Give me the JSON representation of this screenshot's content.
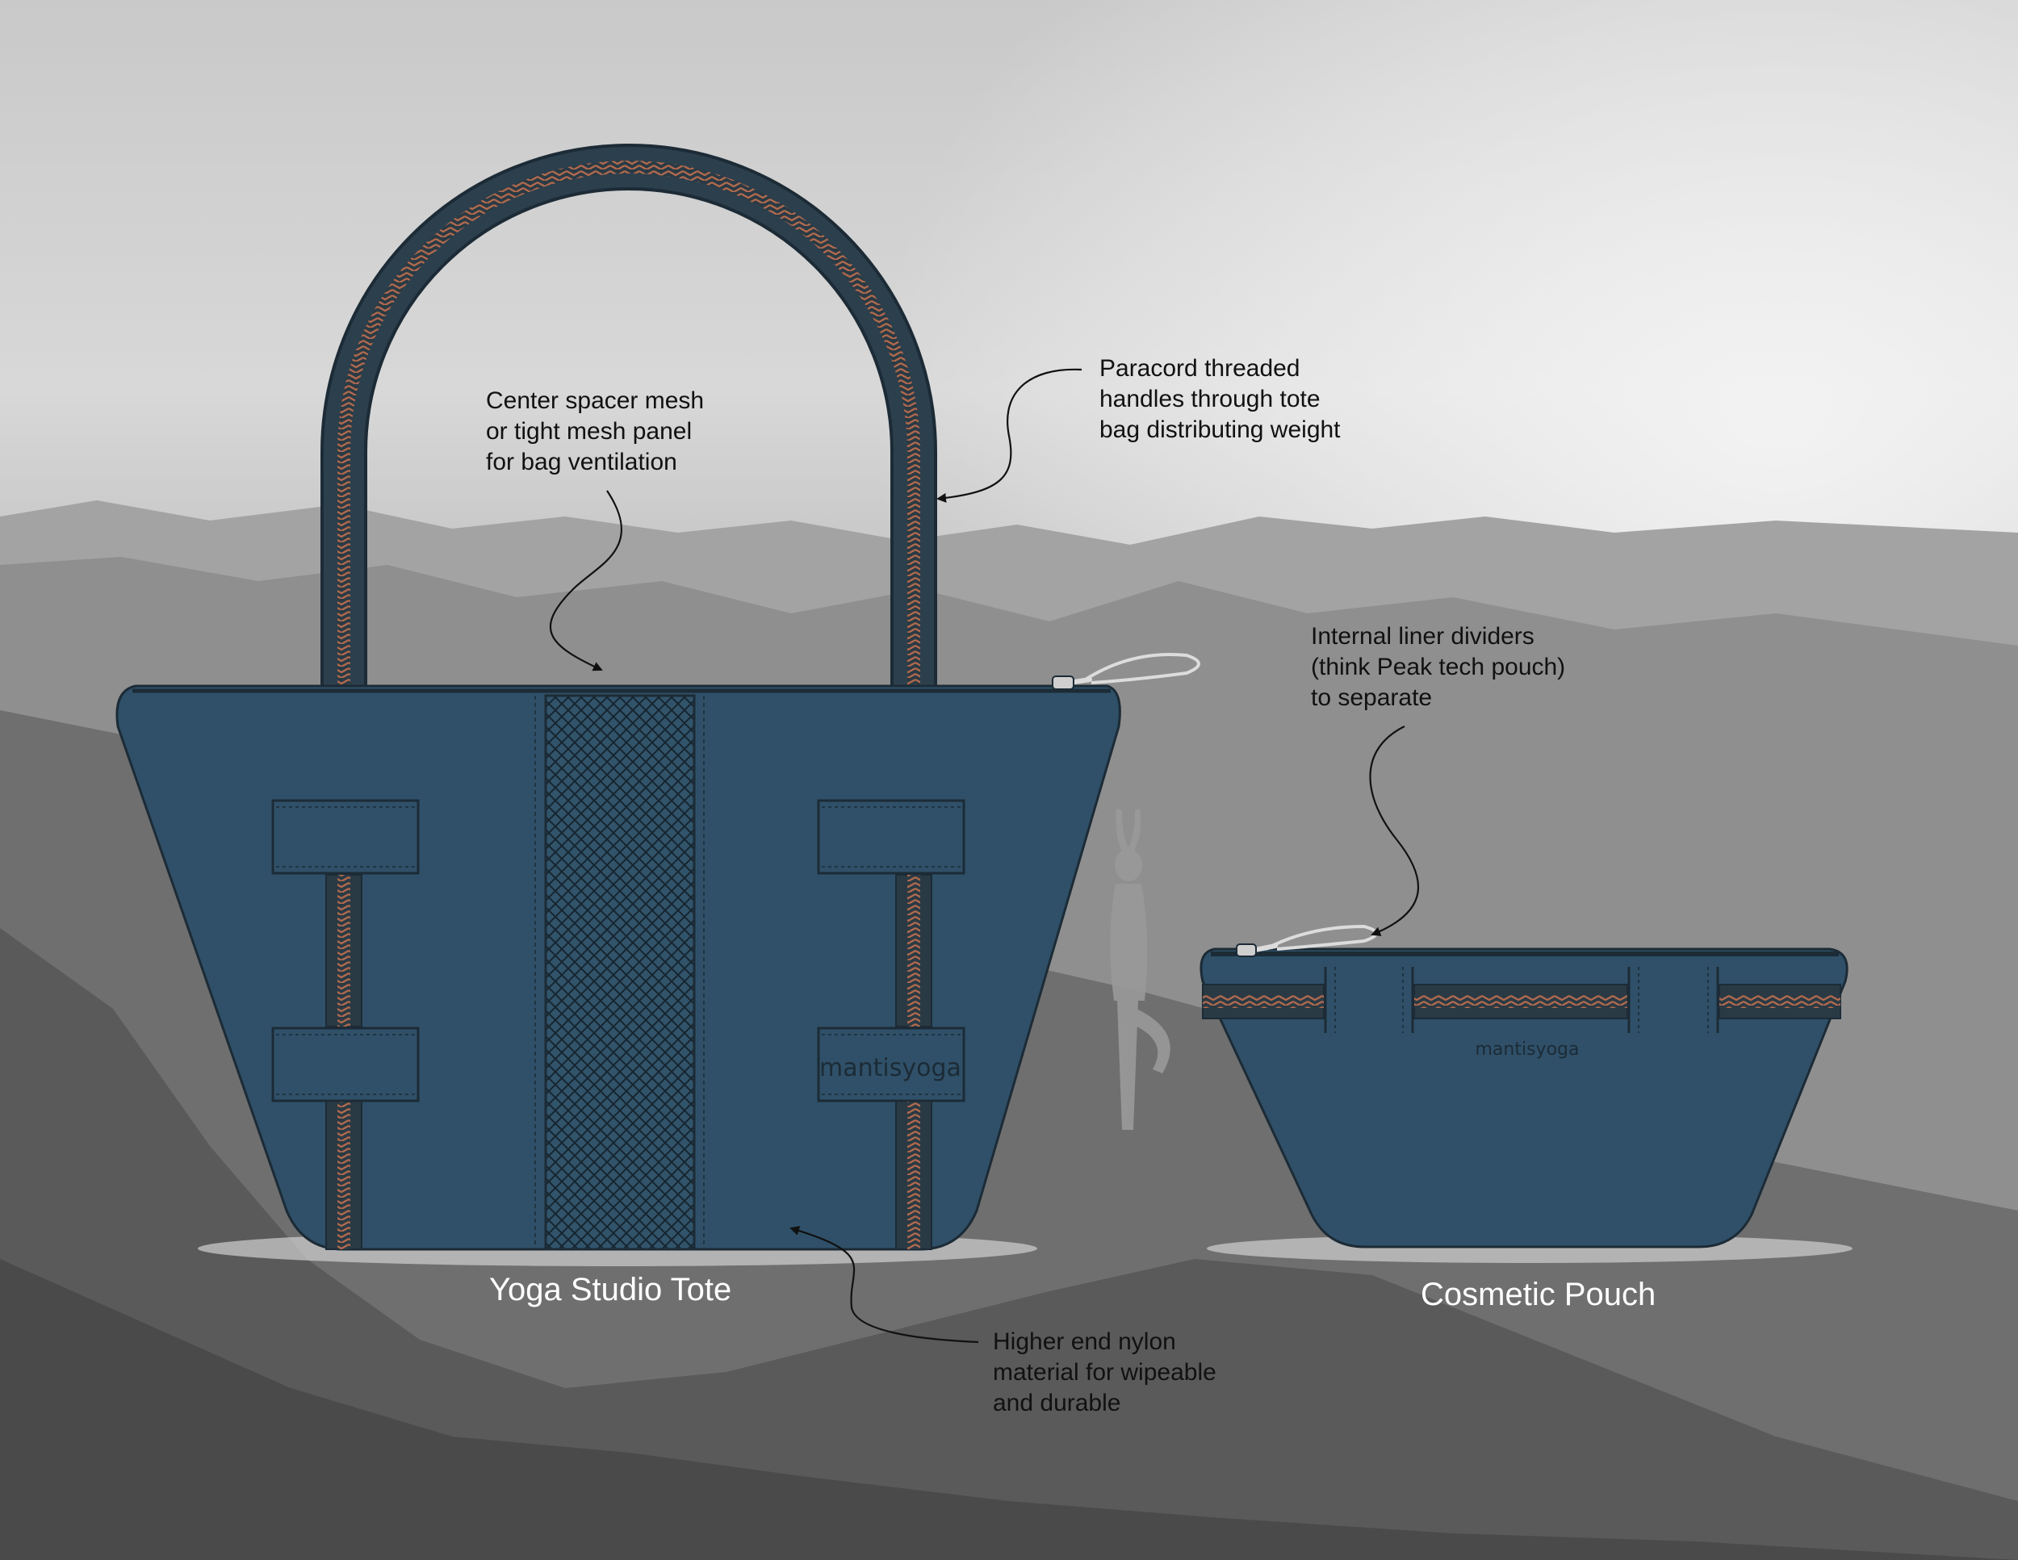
{
  "colors": {
    "bag_fill": "#2f5068",
    "bag_outline": "#1c2b36",
    "paracord": "#b06a4e",
    "annotation_text": "#111111",
    "caption_text": "#ffffff"
  },
  "tote": {
    "caption": "Yoga Studio Tote",
    "brand": "mantisyoga"
  },
  "pouch": {
    "caption": "Cosmetic Pouch",
    "brand": "mantisyoga"
  },
  "annotations": {
    "mesh": [
      "Center spacer mesh",
      "or tight mesh panel",
      "for bag ventilation"
    ],
    "paracord": [
      "Paracord threaded",
      "handles through tote",
      "bag distributing weight"
    ],
    "dividers": [
      "Internal liner dividers",
      "(think Peak tech pouch)",
      "to separate"
    ],
    "nylon": [
      "Higher end nylon",
      "material for wipeable",
      "and durable"
    ]
  },
  "icons": [
    "zipper-pull-icon",
    "arrow-icon"
  ]
}
